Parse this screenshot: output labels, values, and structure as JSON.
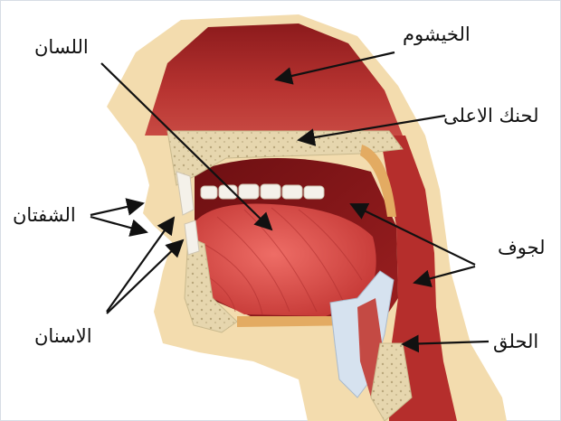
{
  "labels": {
    "nasal": "الخيشوم",
    "tongue": "اللسان",
    "palate": "لحنك الاعلى",
    "lips": "الشفتان",
    "cavity": "لجوف",
    "teeth": "الاسنان",
    "throat": "الحلق"
  },
  "colors": {
    "skin": "#f3dcae",
    "cavity_red": "#b22b2a",
    "cavity_dark": "#7d1416",
    "tongue": "#e0534f",
    "bone": "#e9dcb9",
    "arrow": "#111111"
  }
}
